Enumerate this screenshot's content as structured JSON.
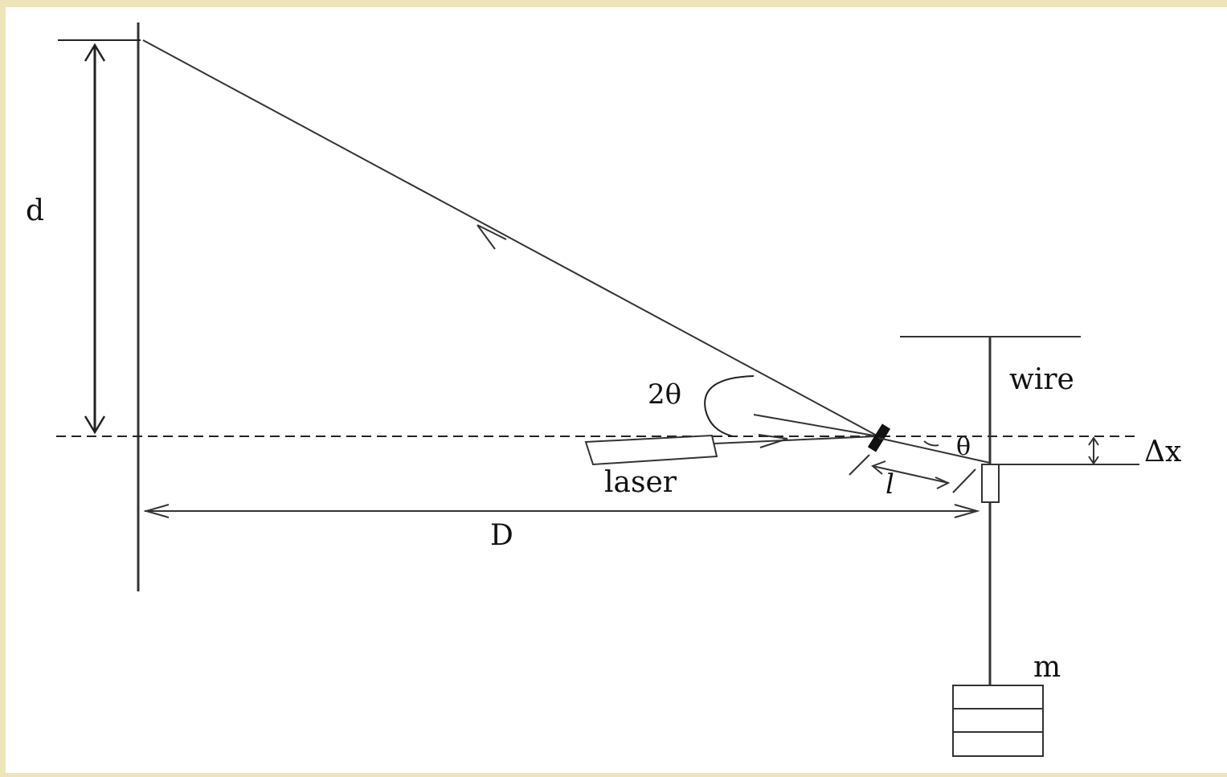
{
  "colors": {
    "border": "#ede4ba",
    "background": "#ffffff",
    "ink": "#111111"
  },
  "labels": {
    "d": "d",
    "two_theta": "2θ",
    "wire": "wire",
    "theta": "θ",
    "delta_x": "Δx",
    "laser": "laser",
    "l": "l",
    "D": "D",
    "m": "m"
  }
}
